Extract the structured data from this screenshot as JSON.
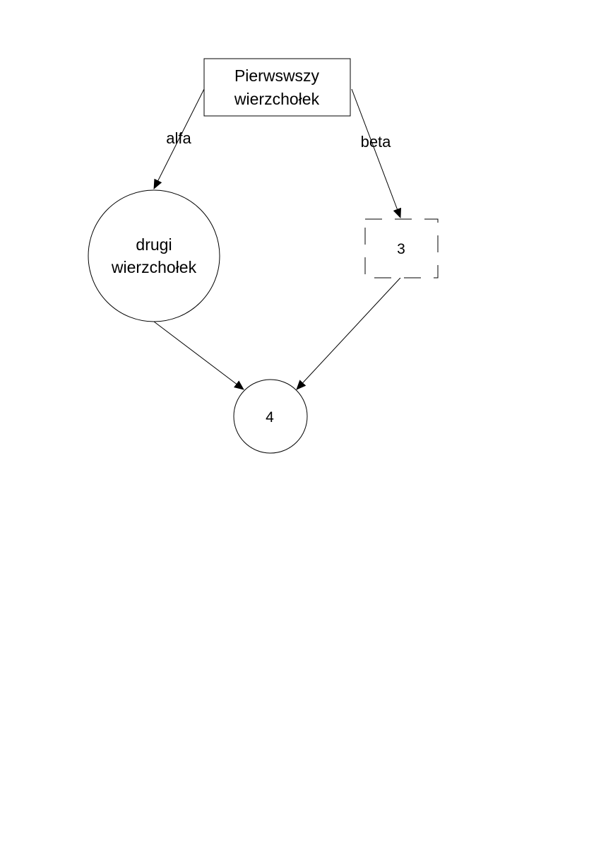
{
  "diagram": {
    "nodes": {
      "first": {
        "shape": "rectangle",
        "border": "solid",
        "lines": [
          "Pierwswszy",
          "wierzchołek"
        ]
      },
      "second": {
        "shape": "circle",
        "border": "solid",
        "lines": [
          "drugi",
          "wierzchołek"
        ]
      },
      "third": {
        "shape": "rectangle",
        "border": "dashed",
        "lines": [
          "3"
        ]
      },
      "fourth": {
        "shape": "circle",
        "border": "solid",
        "lines": [
          "4"
        ]
      }
    },
    "edges": [
      {
        "from": "first",
        "to": "second",
        "label": "alfa"
      },
      {
        "from": "first",
        "to": "third",
        "label": "beta"
      },
      {
        "from": "second",
        "to": "fourth",
        "label": ""
      },
      {
        "from": "third",
        "to": "fourth",
        "label": ""
      }
    ]
  },
  "colors": {
    "background": "#ffffff",
    "stroke": "#000000",
    "text": "#000000"
  }
}
